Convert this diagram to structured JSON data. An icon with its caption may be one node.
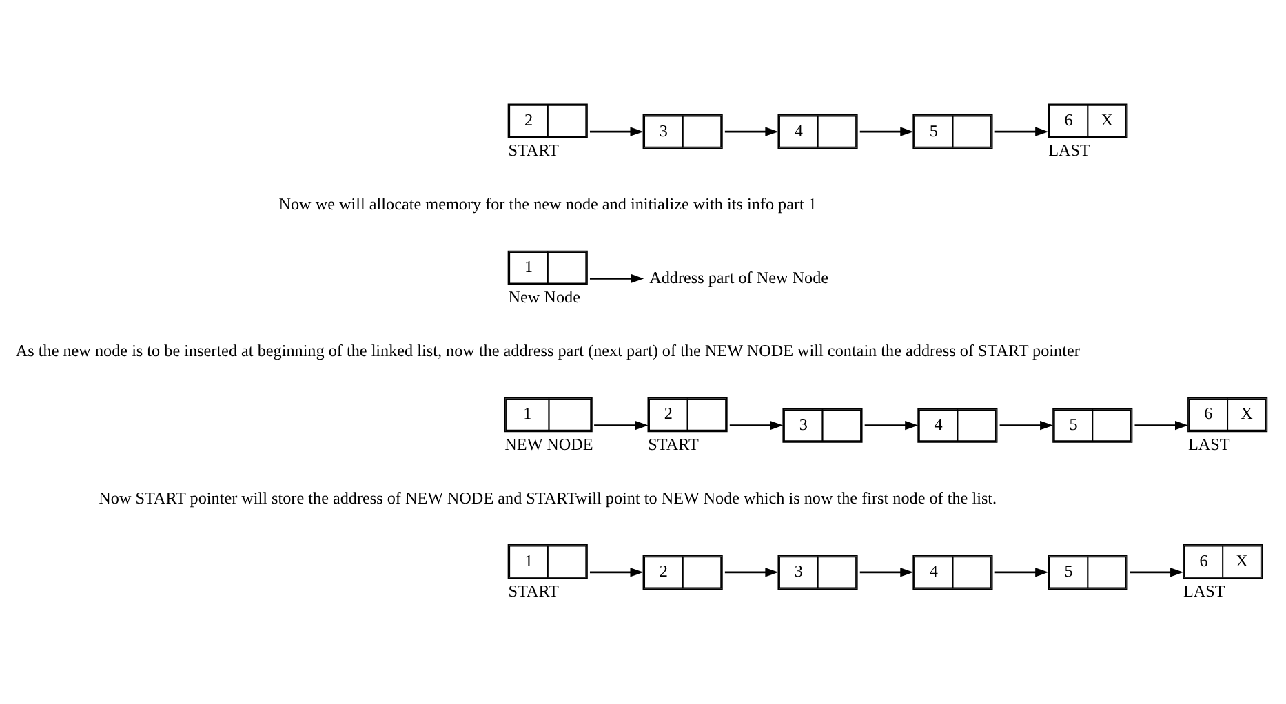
{
  "diagram": {
    "nodes": [
      {
        "text": [
          "2"
        ],
        "beside": [
          "START"
        ]
      },
      {
        "text": [
          "3"
        ]
      },
      {
        "text": [
          "4"
        ]
      },
      {
        "text": [
          "5"
        ]
      },
      {
        "text": [
          "6",
          "X"
        ],
        "beside": [
          "LAST"
        ]
      },
      {
        "text": [
          "1"
        ],
        "beside": [
          "New Node"
        ]
      },
      {
        "text": [
          "Address part of New Node"
        ]
      },
      {
        "text": [
          "1"
        ],
        "beside": [
          "NEW NODE"
        ]
      },
      {
        "text": [
          "2"
        ],
        "beside": [
          "START"
        ]
      },
      {
        "text": [
          "3"
        ]
      },
      {
        "text": [
          "4"
        ]
      },
      {
        "text": [
          "5"
        ]
      },
      {
        "text": [
          "6",
          "X"
        ],
        "beside": [
          "LAST"
        ]
      },
      {
        "text": [
          "1"
        ],
        "beside": [
          "START"
        ]
      },
      {
        "text": [
          "2"
        ]
      },
      {
        "text": [
          "3"
        ]
      },
      {
        "text": [
          "4"
        ]
      },
      {
        "text": [
          "5"
        ]
      },
      {
        "text": [
          "6",
          "X"
        ],
        "beside": [
          "LAST"
        ]
      }
    ],
    "edges": [
      {
        "from": 0,
        "to": 1,
        "arrow": "to"
      },
      {
        "from": 1,
        "to": 2,
        "arrow": "to"
      },
      {
        "from": 2,
        "to": 3,
        "arrow": "to"
      },
      {
        "from": 3,
        "to": 4,
        "arrow": "to"
      },
      {
        "from": 5,
        "to": 6,
        "arrow": "to"
      },
      {
        "from": 7,
        "to": 8,
        "arrow": "to"
      },
      {
        "from": 8,
        "to": 9,
        "arrow": "to"
      },
      {
        "from": 9,
        "to": 10,
        "arrow": "to"
      },
      {
        "from": 10,
        "to": 11,
        "arrow": "to"
      },
      {
        "from": 11,
        "to": 12,
        "arrow": "to"
      },
      {
        "from": 13,
        "to": 14,
        "arrow": "to"
      },
      {
        "from": 14,
        "to": 15,
        "arrow": "to"
      },
      {
        "from": 15,
        "to": 16,
        "arrow": "to"
      },
      {
        "from": 16,
        "to": 17,
        "arrow": "to"
      },
      {
        "from": 17,
        "to": 18,
        "arrow": "to"
      }
    ],
    "labels": [
      "Now we will allocate memory for the new node and initialize with its info part 1",
      "As the new node is to be inserted at beginning of the linked list, now the address part (next part) of the NEW NODE will contain the address of START pointer",
      "Now START pointer will store the address of NEW NODE and STARTwill point to NEW Node which is now the first node of the list."
    ]
  }
}
